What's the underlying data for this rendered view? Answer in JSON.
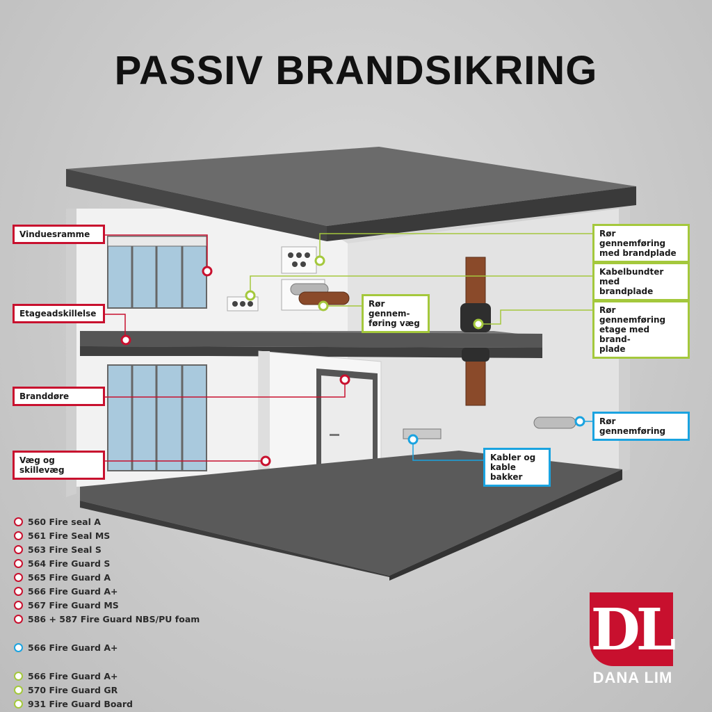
{
  "title": "PASSIV BRANDSIKRING",
  "callouts": {
    "vinduesramme": "Vinduesramme",
    "etageadskillelse": "Etageadskillelse",
    "branddore": "Branddøre",
    "vaeg_skillevaeg": "Væg og skillevæg",
    "ror_brandplade_1": "Rør gennemføring",
    "ror_brandplade_2": "med brandplade",
    "kabelbundter_1": "Kabelbundter med",
    "kabelbundter_2": "brandplade",
    "ror_vaeg_1": "Rør gennem-",
    "ror_vaeg_2": "føring væg",
    "ror_etage_1": "Rør gennemføring",
    "ror_etage_2": "etage med brand-",
    "ror_etage_3": "plade",
    "ror_gennemforing": "Rør gennemføring",
    "kabler_1": "Kabler og",
    "kabler_2": "kable bakker"
  },
  "legend": {
    "red": [
      "560 Fire seal A",
      "561 Fire Seal MS",
      "563 Fire Seal S",
      "564 Fire Guard S",
      "565 Fire Guard A",
      "566 Fire Guard A+",
      "567 Fire Guard MS",
      "586 + 587 Fire Guard NBS/PU foam"
    ],
    "blue": [
      "566 Fire Guard A+"
    ],
    "green": [
      "566 Fire Guard A+",
      "570 Fire Guard GR",
      "931 Fire Guard Board"
    ]
  },
  "logo": {
    "letters": "DL",
    "name": "DANA LIM"
  },
  "colors": {
    "red": "#c8102e",
    "green": "#a4c83c",
    "blue": "#1aa3e0",
    "slab": "#5a5a5a",
    "wall": "#efefef",
    "copper": "#8a4a2a"
  }
}
